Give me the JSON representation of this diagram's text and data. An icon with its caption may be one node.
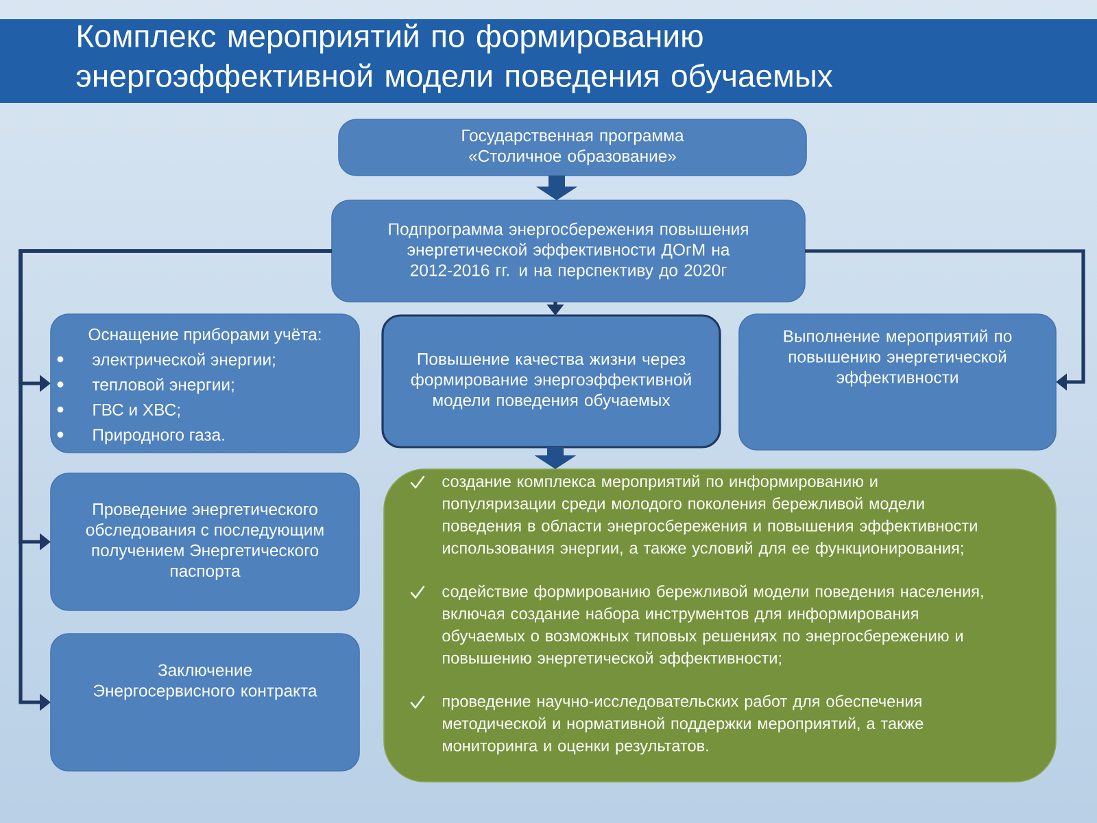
{
  "diagram": {
    "title": "Комплекс мероприятий по формированию энергоэффективной модели поведения обучаемых",
    "nodes": [
      {
        "text": [
          "Государственная программа «Столичное образование»"
        ]
      },
      {
        "text": [
          "Подпрограмма энергосбережения повышения энергетической эффективности ДОгМ на 2012-2016 гг. и на перспективу до 2020г"
        ]
      },
      {
        "text": [
          "Оснащение приборами учёта:",
          "электрической энергии;",
          "тепловой энергии;",
          "ГВС и ХВС;",
          "Природного газа."
        ]
      },
      {
        "text": [
          "Повышение качества жизни через формирование энергоэффективной модели поведения обучаемых"
        ]
      },
      {
        "text": [
          "Выполнение мероприятий по повышению энергетической эффективности"
        ]
      },
      {
        "text": [
          "Проведение энергетического обследования с последующим получением Энергетического паспорта"
        ]
      },
      {
        "text": [
          "создание комплекса мероприятий по информированию и популяризации среди молодого поколения бережливой модели поведения в области энергосбережения и повышения эффективности использования энергии, а также условий для ее функционирования;",
          "содействие формированию бережливой модели поведения населения, включая создание набора инструментов для информирования обучаемых о возможных типовых решениях по энергосбережению и повышению энергетической эффективности;",
          "проведение научно-исследовательских работ для обеспечения методической и нормативной поддержки мероприятий, а также мониторинга и оценки результатов."
        ]
      },
      {
        "text": [
          "Заключение Энергосервисного контракта"
        ]
      }
    ],
    "edges": [
      {
        "from": 0,
        "to": 1,
        "arrow": "to",
        "style": "thick"
      },
      {
        "from": 1,
        "to": 3,
        "arrow": "to"
      },
      {
        "from": 1,
        "to": 2,
        "arrow": "to"
      },
      {
        "from": 1,
        "to": 5,
        "arrow": "to"
      },
      {
        "from": 1,
        "to": 7,
        "arrow": "to"
      },
      {
        "from": 1,
        "to": 4,
        "arrow": "to"
      },
      {
        "from": 3,
        "to": 6,
        "arrow": "to",
        "style": "thick"
      }
    ]
  }
}
